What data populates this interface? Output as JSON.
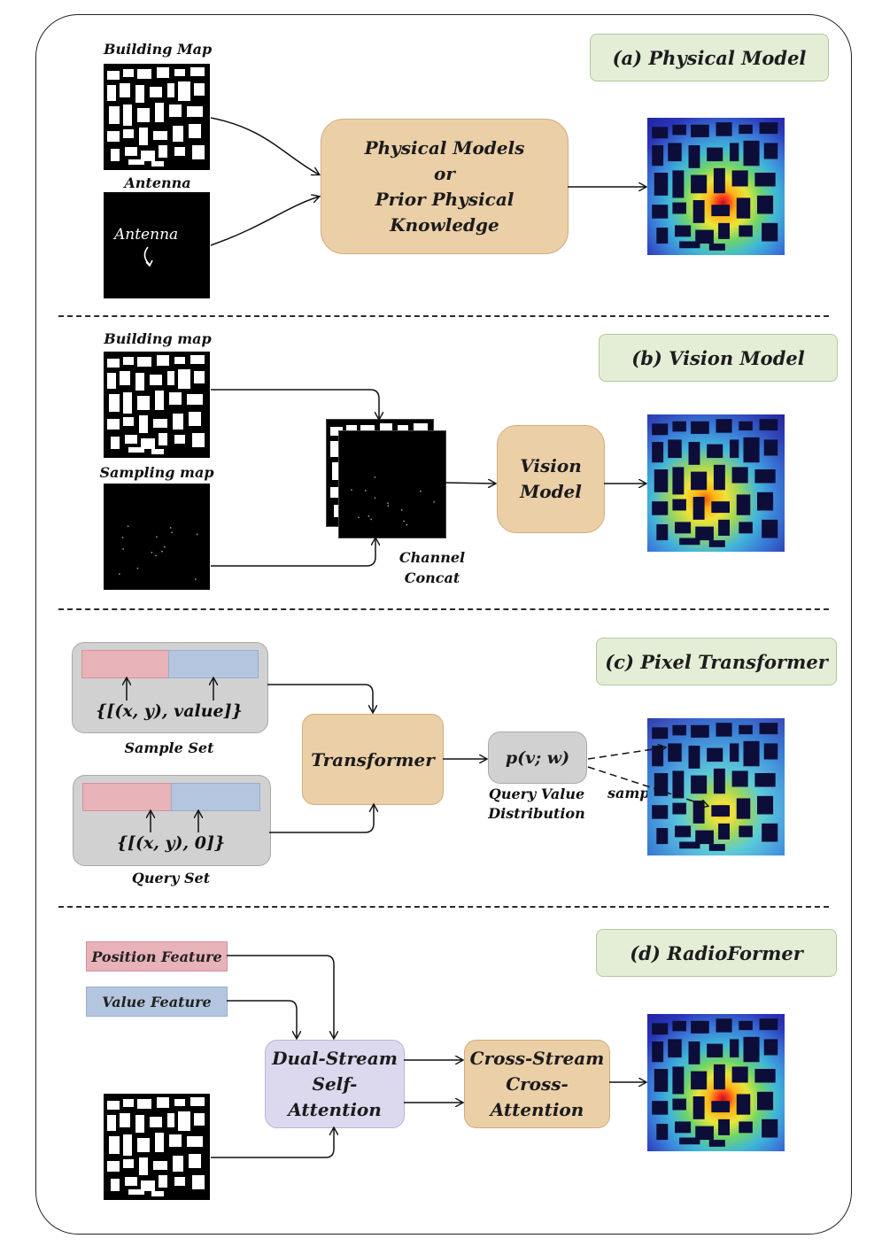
{
  "panels": {
    "a": {
      "tag": "(a) Physical Model",
      "building_label": "Building Map",
      "antenna_label": "Antenna",
      "antenna_inner_text": "Antenna",
      "process_line1": "Physical Models",
      "process_line2": "or",
      "process_line3": "Prior Physical Knowledge"
    },
    "b": {
      "tag": "(b) Vision Model",
      "building_label": "Building map",
      "sampling_label": "Sampling map",
      "concat_line1": "Channel",
      "concat_line2": "Concat",
      "model_line1": "Vision",
      "model_line2": "Model"
    },
    "c": {
      "tag": "(c) Pixel Transformer",
      "sample_tuple": "{[(x, y), value]}",
      "sample_caption": "Sample Set",
      "query_tuple": "{[(x, y), 0]}",
      "query_caption": "Query Set",
      "transformer": "Transformer",
      "dist": "p(v; w)",
      "dist_caption_line1": "Query Value",
      "dist_caption_line2": "Distribution",
      "sample_arrow_label": "sample"
    },
    "d": {
      "tag": "(d) RadioFormer",
      "position_feature": "Position Feature",
      "value_feature": "Value Feature",
      "self_attn_line1": "Dual-Stream",
      "self_attn_line2": "Self-Attention",
      "cross_attn_line1": "Cross-Stream",
      "cross_attn_line2": "Cross-Attention"
    }
  },
  "colors": {
    "tag_fill": "#e4eed7",
    "process_fill": "#ebcfa7",
    "attention_fill": "#dcd8ee",
    "set_fill": "#d1d1d1",
    "position_feature": "#e7b2b8",
    "value_feature": "#b4c6df"
  }
}
